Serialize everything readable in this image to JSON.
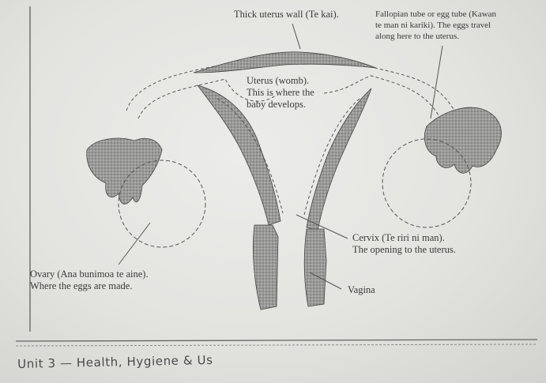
{
  "labels": {
    "uterus_wall": "Thick uterus wall (Te kai).",
    "fallopian": [
      "Fallopian tube or egg tube (Kawan",
      "te man ni kariki). The eggs travel",
      "along here to the uterus."
    ],
    "uterus": [
      "Uterus (womb).",
      "This is where the",
      "baby develops."
    ],
    "cervix": [
      "Cervix (Te riri ni man).",
      "The opening to the uterus."
    ],
    "ovary": [
      "Ovary (Ana bunimoa te aine).",
      "Where the eggs are made."
    ],
    "vagina": "Vagina"
  },
  "footer": "Unit 3 — Health, Hygiene & Us"
}
